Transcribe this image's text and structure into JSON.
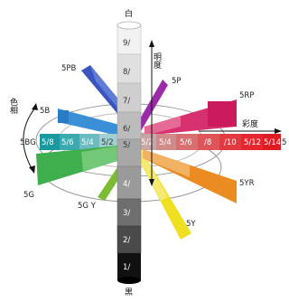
{
  "labels": {
    "top": "白",
    "bottom": "黒",
    "value_axis": "明度",
    "chroma_axis": "彩度",
    "hue_axis": "色相"
  },
  "hues": {
    "p5": "5P",
    "pb5": "5PB",
    "b5": "5B",
    "bg5": "5BG",
    "g5": "5G",
    "gy5": "5G Y",
    "y5": "5Y",
    "yr5": "5YR",
    "rp5": "5RP",
    "r5": "5"
  },
  "value_steps": [
    "9/",
    "8/",
    "7/",
    "6/",
    "5/",
    "4/",
    "3/",
    "2/",
    "1/"
  ],
  "left_chroma": [
    "5/8",
    "5/6",
    "5/4",
    "5/2"
  ],
  "right_chroma": [
    "5/2",
    "5/4",
    "5/6",
    "/8",
    "/10",
    "5/12",
    "5/14"
  ],
  "colors": {
    "red": "#e0202a",
    "orange": "#e88a1e",
    "yellow": "#f2e21a",
    "green": "#3fb04a",
    "bluegreen": "#1aa39a",
    "blue": "#2a8fd6",
    "purpleblue": "#3a4fb0",
    "purple": "#8a2a9a",
    "redpurple": "#d6206a"
  }
}
